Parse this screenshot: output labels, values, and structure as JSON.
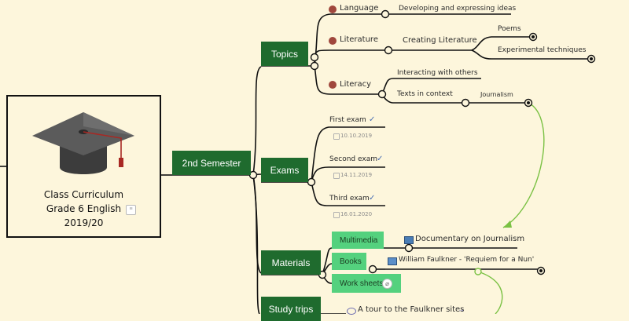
{
  "root": {
    "title_line1": "Class Curriculum",
    "title_line2": "Grade 6 English",
    "title_line3": "2019/20",
    "notes_icon": "notes-icon",
    "image_icon": "graduation-cap-icon"
  },
  "semester": {
    "label": "2nd Semester"
  },
  "topics": {
    "label": "Topics",
    "language": "Language",
    "language_child": "Developing and expressing ideas",
    "literature": "Literature",
    "literature_child": "Creating Literature",
    "poems": "Poems",
    "experimental": "Experimental techniques",
    "literacy": "Literacy",
    "interacting": "Interacting with others",
    "texts": "Texts in context",
    "journalism": "Journalism"
  },
  "exams": {
    "label": "Exams",
    "first": "First exam",
    "first_date": "10.10.2019",
    "second": "Second exam",
    "second_date": "14.11.2019",
    "third": "Third exam",
    "third_date": "16.01.2020"
  },
  "materials": {
    "label": "Materials",
    "multimedia": "Multimedia",
    "multimedia_child": "Documentary on Journalism",
    "books": "Books",
    "books_child": "William Faulkner - 'Requiem for a Nun'",
    "worksheets": "Work sheets"
  },
  "trips": {
    "label": "Study trips",
    "tour": "A tour to the Faulkner sites"
  },
  "colors": {
    "dark_green": "#1f6b2e",
    "light_green": "#54d17e",
    "connector_green": "#7ac143",
    "background": "#fdf6dc"
  }
}
